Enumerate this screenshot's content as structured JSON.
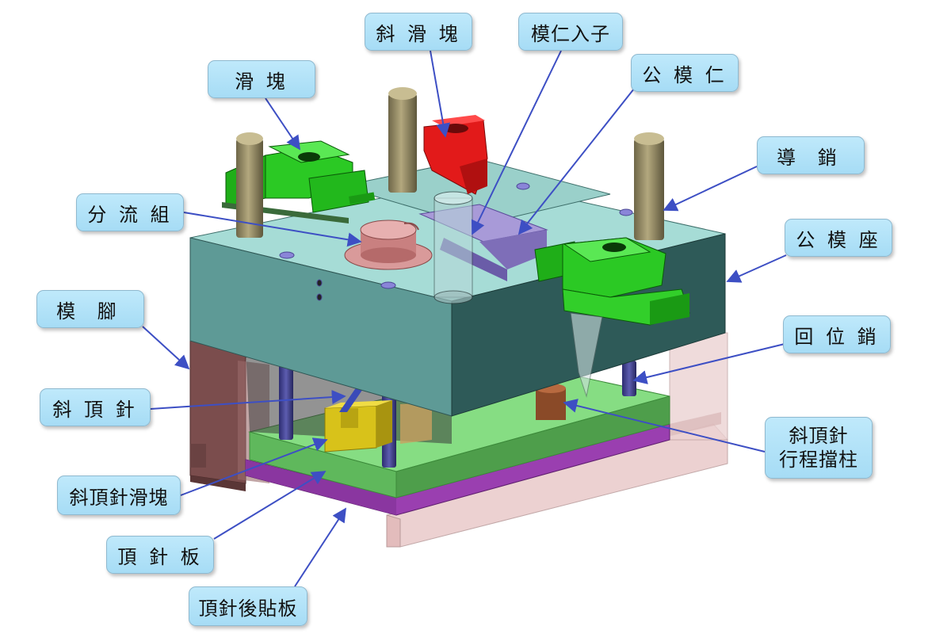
{
  "labels": {
    "slider_inclined": "斜 滑 塊",
    "core_insert": "模仁入子",
    "core": "公 模 仁",
    "slider": "滑 塊",
    "guide_pin": "導 銷",
    "runner_set": "分 流 組",
    "moving_plate": "公 模 座",
    "mold_leg": "模 腳",
    "return_pin": "回 位 銷",
    "lifter": "斜 頂 針",
    "lifter_stop_line1": "斜頂針",
    "lifter_stop_line2": "行程擋柱",
    "lifter_slider": "斜頂針滑塊",
    "ejector_plate": "頂 針 板",
    "ejector_back_plate": "頂針後貼板"
  },
  "colors": {
    "callout_fill": "#a6dcf5",
    "leader_line": "#3d4fc4",
    "slider_green": "#22c41a",
    "inclined_slider_red": "#e01818",
    "plate_teal": "#8fcfc8",
    "mold_leg_brown": "#8a5a5a",
    "ejector_plate_green": "#7cd67a",
    "back_plate_purple": "#a050b8",
    "guide_pin_tan": "#a69a6e"
  }
}
